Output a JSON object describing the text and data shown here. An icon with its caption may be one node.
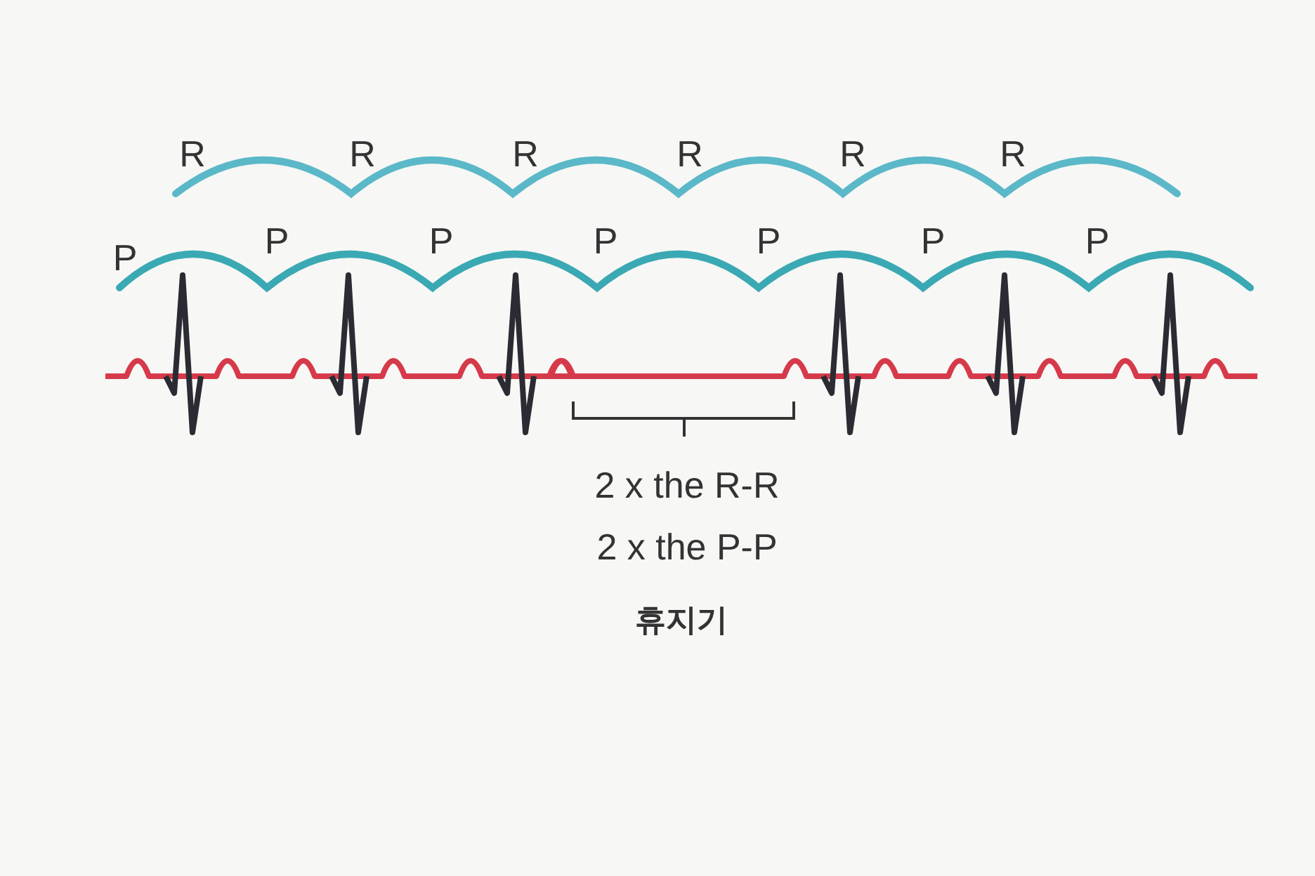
{
  "diagram": {
    "labels": [
      "R",
      "R",
      "R",
      "R",
      "R",
      "R",
      "P",
      "P",
      "P",
      "P",
      "P",
      "P",
      "P",
      "2 x the R-R",
      "2 x the P-P",
      "휴지기"
    ]
  }
}
